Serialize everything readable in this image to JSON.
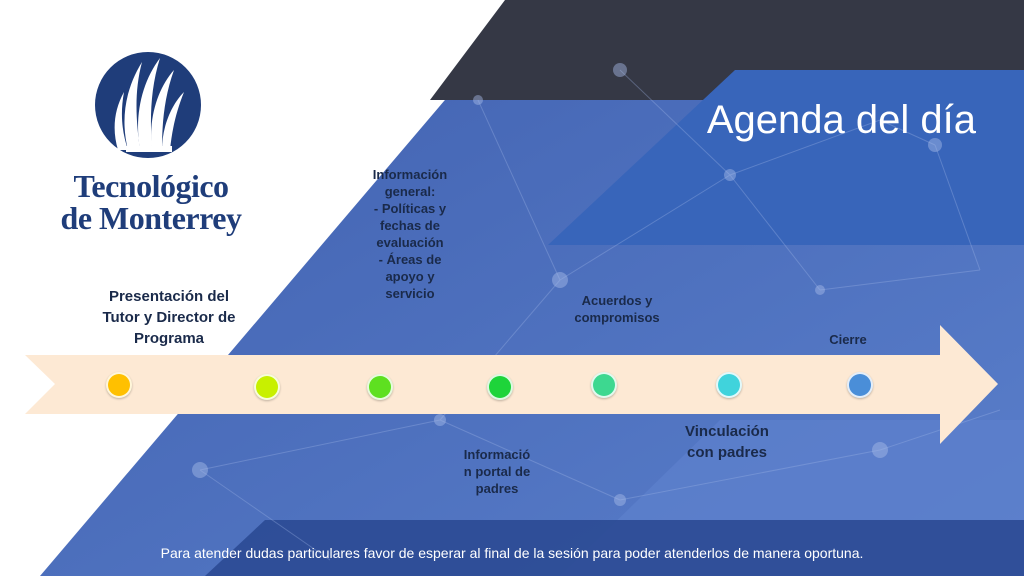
{
  "logo": {
    "icon": "torch-flame-icon",
    "line1": "Tecnológico",
    "line2": "de Monterrey"
  },
  "title": "Agenda del día",
  "timeline": {
    "circle_colors": [
      "#ffc000",
      "#c8f000",
      "#5ee020",
      "#1ed43a",
      "#3dd890",
      "#40d3dc",
      "#4a8ed8"
    ],
    "items": {
      "presentacion": [
        "Presentación del",
        "Tutor y Director de",
        "Programa"
      ],
      "info_general": [
        "Información",
        "general:",
        "- Políticas y",
        "fechas de",
        "evaluación",
        "-  Áreas de",
        "apoyo y",
        "servicio"
      ],
      "info_portal": [
        "Informació",
        "n portal de",
        "padres"
      ],
      "acuerdos": [
        "Acuerdos y",
        "compromisos"
      ],
      "vinculacion": [
        "Vinculación",
        "con padres"
      ],
      "cierre": [
        "Cierre"
      ]
    }
  },
  "footer": "Para atender dudas particulares favor de esperar al final de la sesión para poder atenderlos de manera oportuna.",
  "colors": {
    "blue_main": "#4468b6",
    "blue_dark": "#2f4f9a",
    "charcoal": "#353845",
    "arrow_fill": "#fde9d4",
    "brand_blue": "#1f3d7a"
  }
}
